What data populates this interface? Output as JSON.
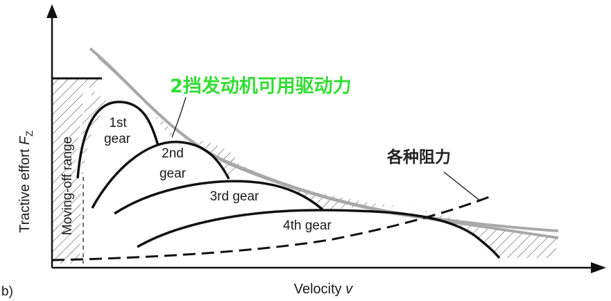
{
  "figure": {
    "panel_label": "b)",
    "x_axis_label": "Velocity",
    "x_axis_symbol": "v",
    "y_axis_label": "Tractive effort",
    "y_axis_symbol": "F",
    "y_axis_subscript": "Z",
    "moving_off_label": "Moving-off range",
    "gear_curves": [
      {
        "line1": "1st",
        "line2": "gear"
      },
      {
        "line1": "2nd",
        "line2": "gear"
      },
      {
        "line1": "3rd gear",
        "line2": ""
      },
      {
        "line1": "4th gear",
        "line2": ""
      }
    ],
    "annotation_drive_force": "2挡发动机可用驱动力",
    "annotation_resistance": "各种阻力",
    "colors": {
      "curves": "#111111",
      "envelope": "#a8a8a8",
      "hatch": "#555555",
      "annotation_drive_force": "#33dd33",
      "annotation_resistance": "#222222"
    }
  }
}
